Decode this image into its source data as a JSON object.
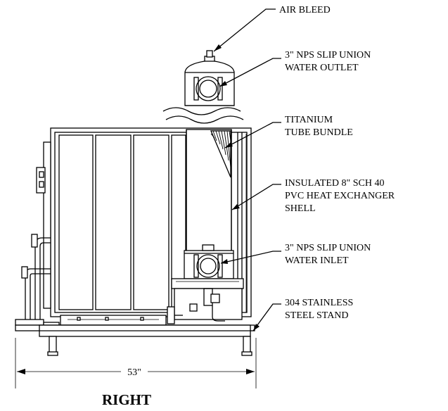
{
  "view_title": "RIGHT",
  "callouts": {
    "air_bleed": [
      "AIR BLEED"
    ],
    "water_outlet": [
      "3\" NPS SLIP UNION",
      "WATER OUTLET"
    ],
    "tube_bundle": [
      "TITANIUM",
      "TUBE BUNDLE"
    ],
    "shell": [
      "INSULATED 8\" SCH 40",
      "PVC HEAT EXCHANGER",
      "SHELL"
    ],
    "water_inlet": [
      "3\" NPS SLIP UNION",
      "WATER INLET"
    ],
    "stand": [
      "304 STAINLESS",
      "STEEL STAND"
    ]
  },
  "dimension": {
    "width_label": "53\""
  }
}
